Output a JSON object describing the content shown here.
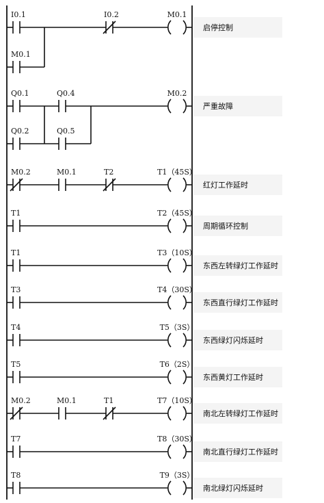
{
  "rungs": [
    {
      "description": "启停控制",
      "contacts": [
        {
          "label": "I0.1",
          "type": "NO",
          "col": 0
        },
        {
          "label": "I0.2",
          "type": "NC",
          "col": 2
        }
      ],
      "branches": [
        {
          "label": "M0.1",
          "type": "NO",
          "col": 0
        }
      ],
      "coil": {
        "label": "M0.1",
        "preset": ""
      }
    },
    {
      "description": "严重故障",
      "contacts": [
        {
          "label": "Q0.1",
          "type": "NO",
          "col": 0
        },
        {
          "label": "Q0.4",
          "type": "NO",
          "col": 1
        }
      ],
      "branches": [
        {
          "label": "Q0.2",
          "type": "NO",
          "col": 0
        },
        {
          "label": "Q0.5",
          "type": "NO",
          "col": 1
        }
      ],
      "coil": {
        "label": "M0.2",
        "preset": ""
      }
    },
    {
      "description": "红灯工作延时",
      "contacts": [
        {
          "label": "M0.2",
          "type": "NC",
          "col": 0
        },
        {
          "label": "M0.1",
          "type": "NO",
          "col": 1
        },
        {
          "label": "T2",
          "type": "NC",
          "col": 2
        }
      ],
      "branches": [],
      "coil": {
        "label": "T1",
        "preset": "45S"
      }
    },
    {
      "description": "周期循环控制",
      "contacts": [
        {
          "label": "T1",
          "type": "NO",
          "col": 0
        }
      ],
      "branches": [],
      "coil": {
        "label": "T2",
        "preset": "45S"
      }
    },
    {
      "description": "东西左转绿灯工作延时",
      "contacts": [
        {
          "label": "T1",
          "type": "NO",
          "col": 0
        }
      ],
      "branches": [],
      "coil": {
        "label": "T3",
        "preset": "10S"
      }
    },
    {
      "description": "东西直行绿灯工作延时",
      "contacts": [
        {
          "label": "T3",
          "type": "NO",
          "col": 0
        }
      ],
      "branches": [],
      "coil": {
        "label": "T4",
        "preset": "30S"
      }
    },
    {
      "description": "东西绿灯闪烁延时",
      "contacts": [
        {
          "label": "T4",
          "type": "NO",
          "col": 0
        }
      ],
      "branches": [],
      "coil": {
        "label": "T5",
        "preset": "3S"
      }
    },
    {
      "description": "东西黄灯工作延时",
      "contacts": [
        {
          "label": "T5",
          "type": "NO",
          "col": 0
        }
      ],
      "branches": [],
      "coil": {
        "label": "T6",
        "preset": "2S"
      }
    },
    {
      "description": "南北左转绿灯工作延时",
      "contacts": [
        {
          "label": "M0.2",
          "type": "NC",
          "col": 0
        },
        {
          "label": "M0.1",
          "type": "NO",
          "col": 1
        },
        {
          "label": "T1",
          "type": "NC",
          "col": 2
        }
      ],
      "branches": [],
      "coil": {
        "label": "T7",
        "preset": "10S"
      }
    },
    {
      "description": "南北直行绿灯工作延时",
      "contacts": [
        {
          "label": "T7",
          "type": "NO",
          "col": 0
        }
      ],
      "branches": [],
      "coil": {
        "label": "T8",
        "preset": "30S"
      }
    },
    {
      "description": "南北绿灯闪烁延时",
      "contacts": [
        {
          "label": "T8",
          "type": "NO",
          "col": 0
        }
      ],
      "branches": [],
      "coil": {
        "label": "T9",
        "preset": "3S"
      }
    }
  ]
}
